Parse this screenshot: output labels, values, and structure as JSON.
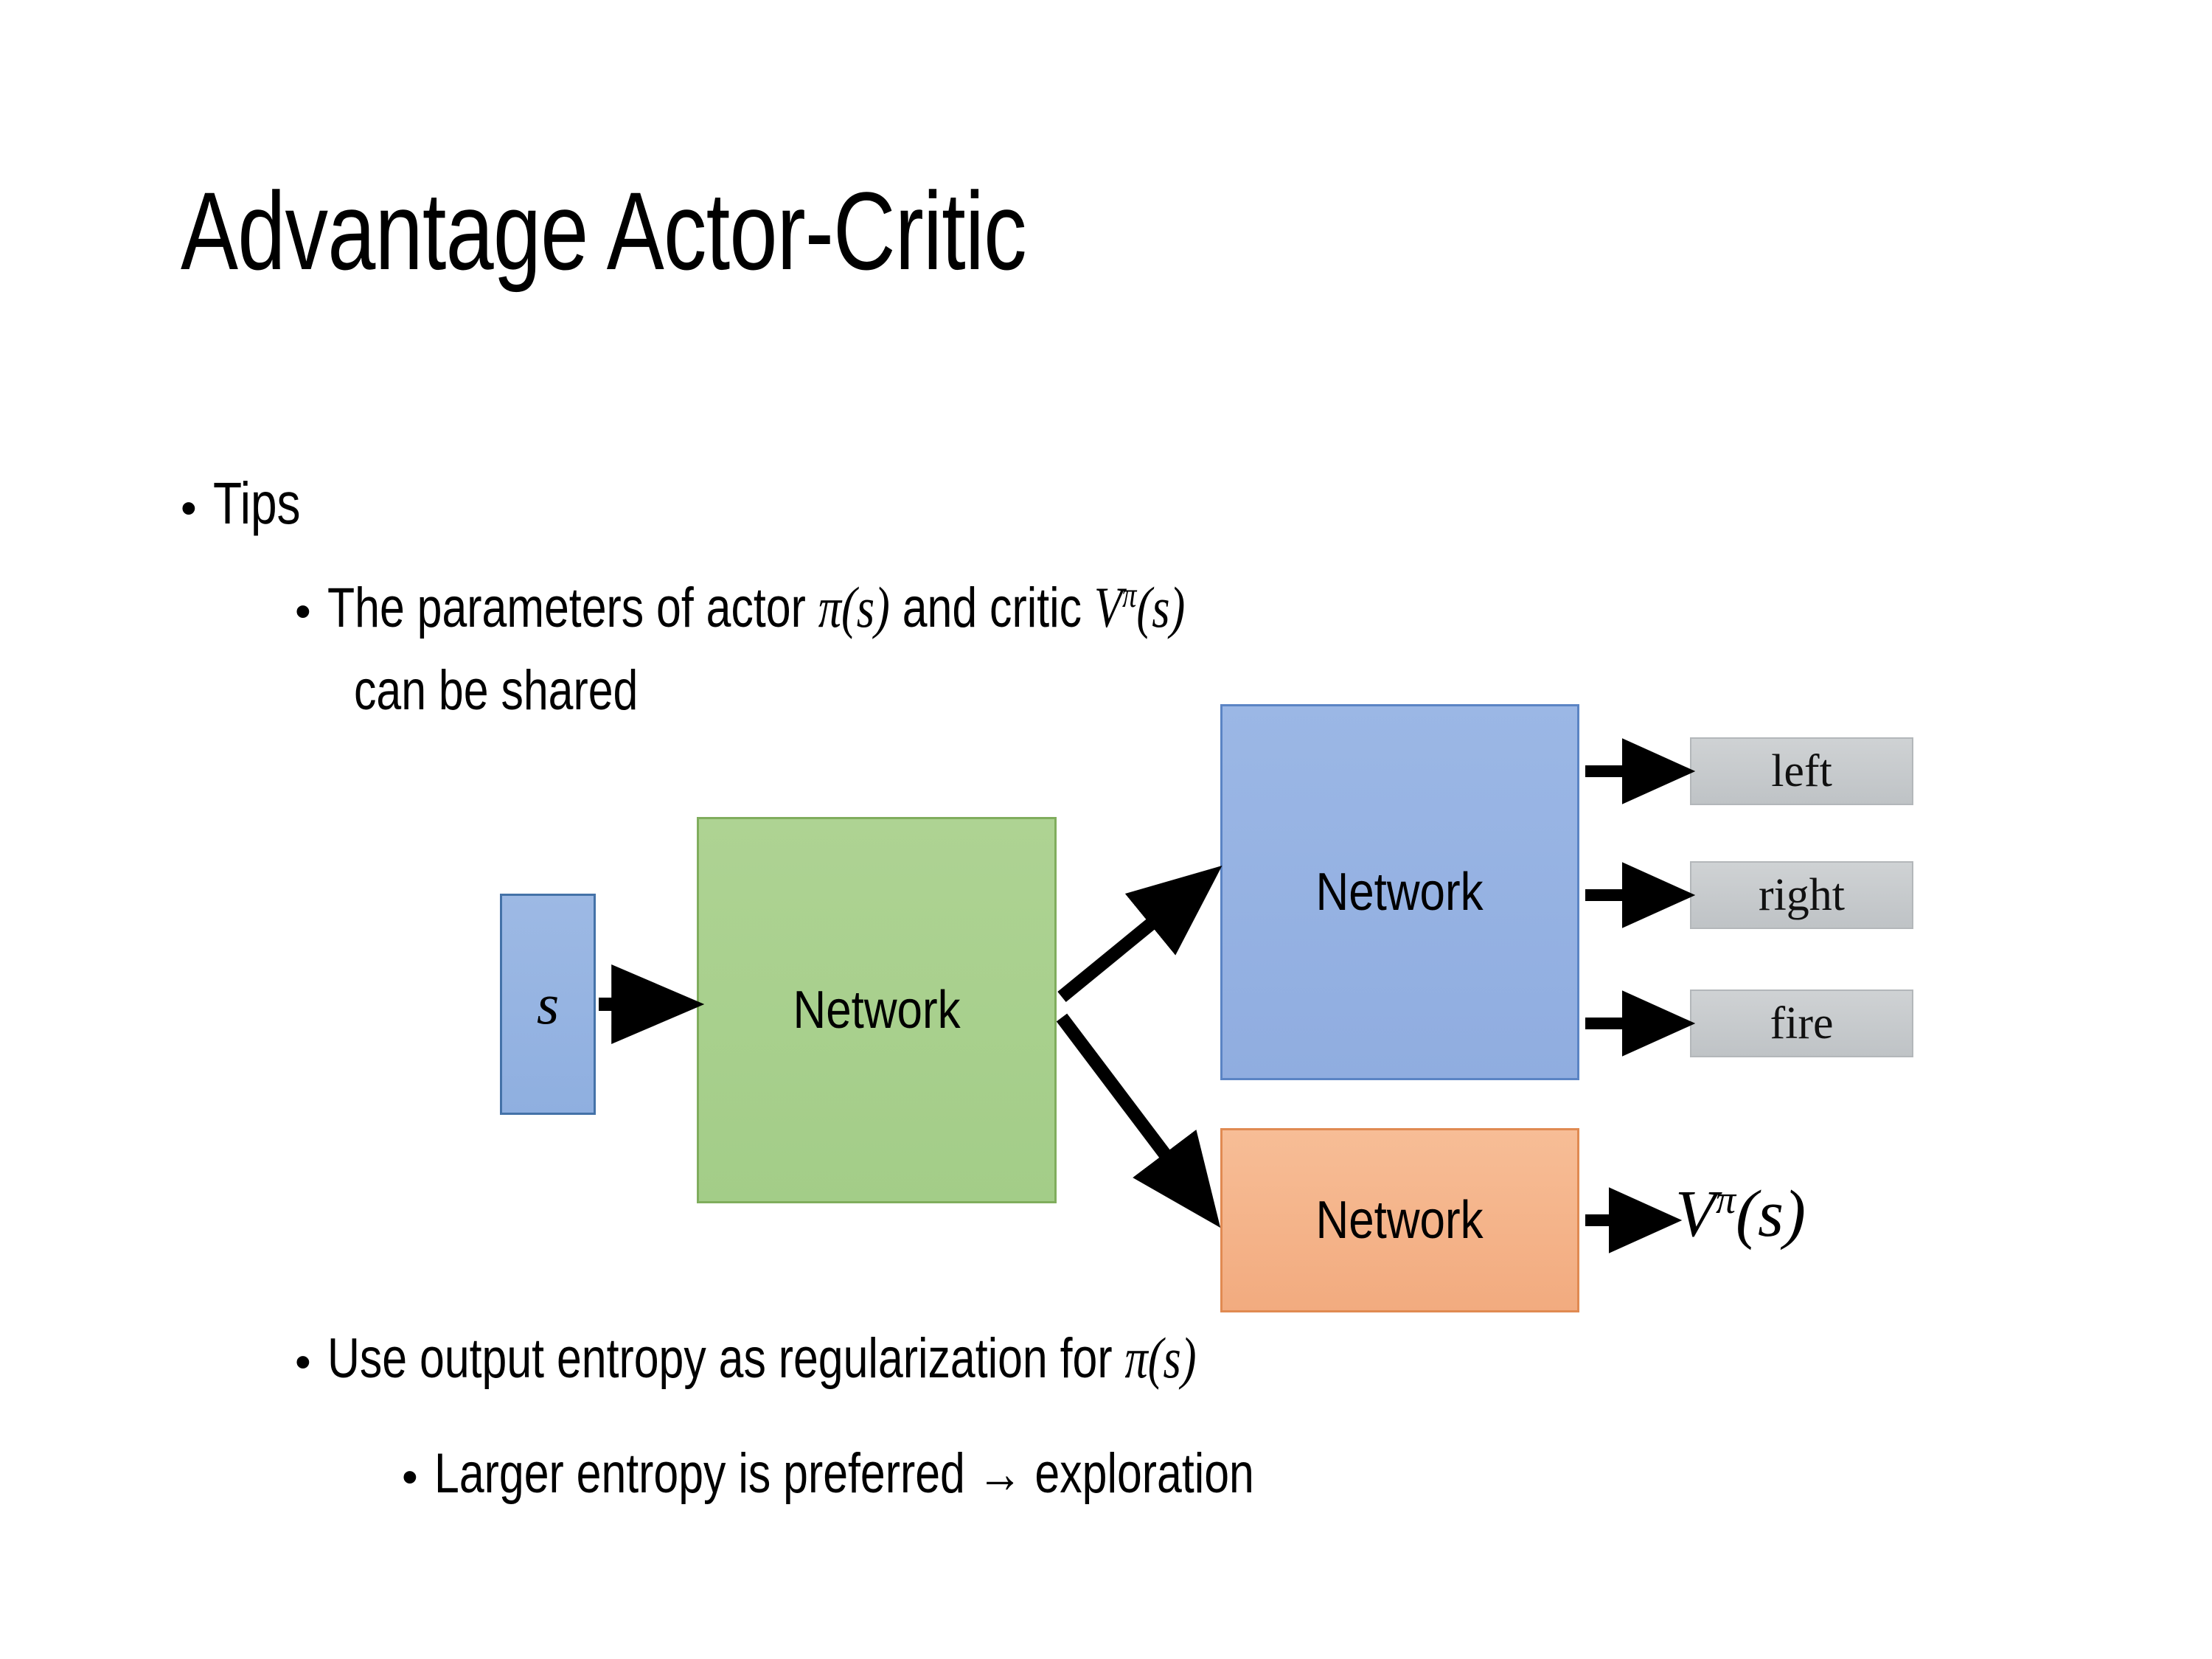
{
  "slide": {
    "title": "Advantage Actor-Critic",
    "background_color": "#ffffff"
  },
  "bullets": {
    "tips": {
      "marker": "•",
      "label": "Tips"
    },
    "parameters": {
      "marker": "•",
      "text_before": "The parameters of actor ",
      "actor_symbol": "π(s)",
      "text_middle": "  and critic ",
      "critic_base": "V",
      "critic_sup": "π",
      "critic_arg": "(s)",
      "line2": "can be shared"
    },
    "entropy": {
      "marker": "•",
      "text_before": "Use output entropy as regularization for ",
      "symbol": "π(s)"
    },
    "larger": {
      "marker": "•",
      "text": "Larger entropy is preferred → exploration"
    }
  },
  "diagram": {
    "input_state": {
      "label": "s",
      "fill": "#95b3e0",
      "border": "#4472a8"
    },
    "shared_network": {
      "label": "Network",
      "fill": "#a9d18e",
      "border": "#80ad5d"
    },
    "actor_network": {
      "label": "Network",
      "fill": "#95b3e0",
      "border": "#5b84c4"
    },
    "critic_network": {
      "label": "Network",
      "fill": "#f4b183",
      "border": "#e08a52"
    },
    "actions": [
      {
        "label": "left"
      },
      {
        "label": "right"
      },
      {
        "label": "fire"
      }
    ],
    "action_fill": "#c8cbcd",
    "action_border": "#b3b7ba",
    "critic_output": {
      "base": "V",
      "sup": "π",
      "arg": "(s)"
    },
    "arrow_color": "#000000"
  }
}
